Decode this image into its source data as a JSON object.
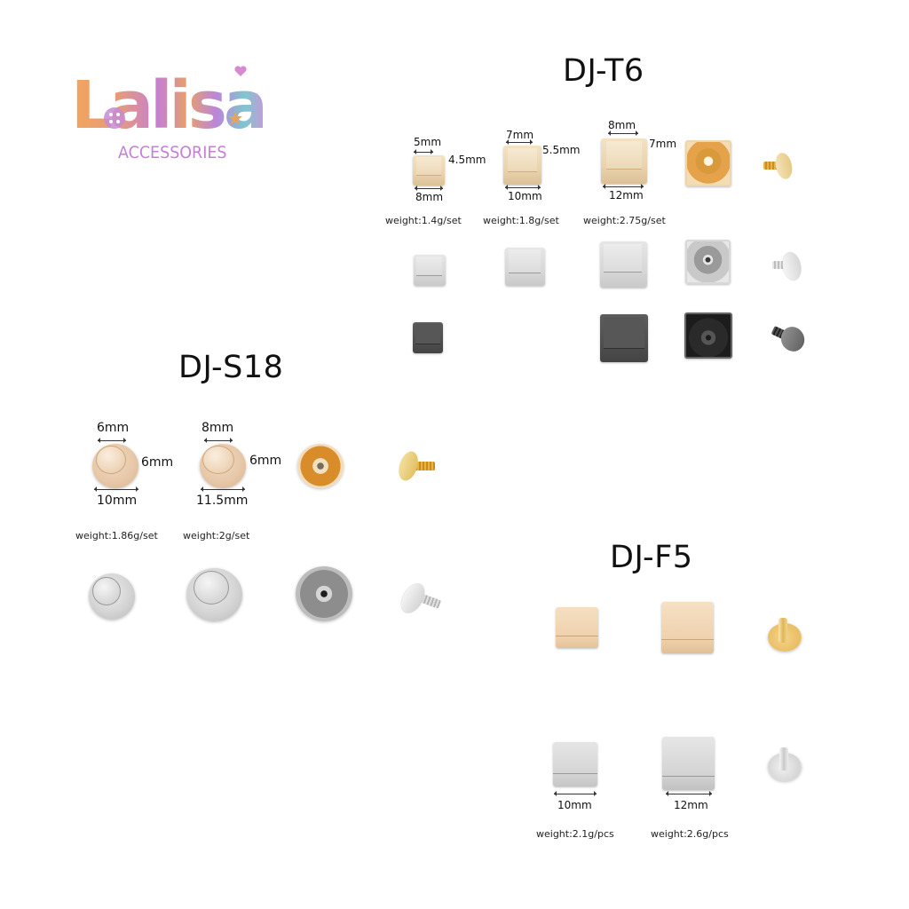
{
  "brand": {
    "name": "Lalisa",
    "tagline": "ACCESSORIES",
    "colors": {
      "orange": "#f2a65a",
      "purple": "#c57fd6",
      "teal": "#7fc6cf"
    }
  },
  "sections": {
    "t6": {
      "title": "DJ-T6",
      "sizes": [
        {
          "top": "5mm",
          "side": "4.5mm",
          "bottom": "8mm",
          "weight": "weight:1.4g/set"
        },
        {
          "top": "7mm",
          "side": "5.5mm",
          "bottom": "10mm",
          "weight": "weight:1.8g/set"
        },
        {
          "top": "8mm",
          "side": "7mm",
          "bottom": "12mm",
          "weight": "weight:2.75g/set"
        }
      ],
      "finishes": [
        "gold",
        "silver",
        "gunmetal black"
      ]
    },
    "s18": {
      "title": "DJ-S18",
      "sizes": [
        {
          "top": "6mm",
          "side": "6mm",
          "bottom": "10mm",
          "weight": "weight:1.86g/set"
        },
        {
          "top": "8mm",
          "side": "6mm",
          "bottom": "11.5mm",
          "weight": "weight:2g/set"
        }
      ],
      "finishes": [
        "gold",
        "silver"
      ]
    },
    "f5": {
      "title": "DJ-F5",
      "sizes": [
        {
          "bottom": "10mm",
          "weight": "weight:2.1g/pcs"
        },
        {
          "bottom": "12mm",
          "weight": "weight:2.6g/pcs"
        }
      ],
      "finishes": [
        "gold",
        "silver"
      ]
    }
  }
}
